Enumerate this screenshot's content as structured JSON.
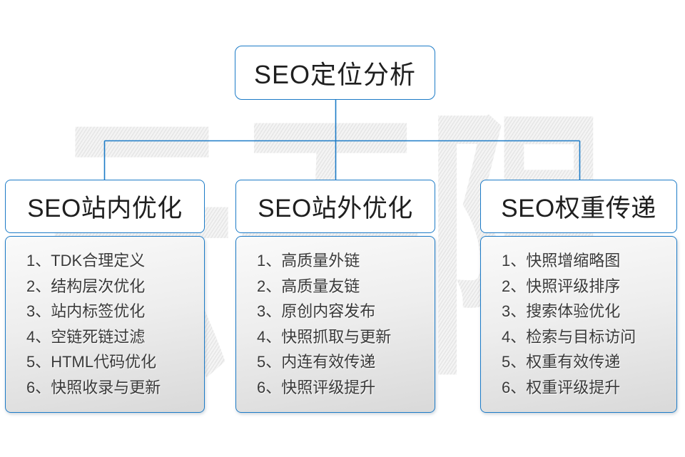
{
  "diagram": {
    "root_title": "SEO定位分析",
    "watermark": "云无限",
    "colors": {
      "line_blue": "#1c7bc7",
      "text_dark": "#1f1f1f",
      "list_text": "#3a3a3a",
      "list_bg_top": "#fafafa",
      "list_bg_bottom": "#d9d9d9",
      "watermark_gray": "#ececec"
    },
    "columns": [
      {
        "title": "SEO站内优化",
        "items": [
          "1、TDK合理定义",
          "2、结构层次优化",
          "3、站内标签优化",
          "4、空链死链过滤",
          "5、HTML代码优化",
          "6、快照收录与更新"
        ]
      },
      {
        "title": "SEO站外优化",
        "items": [
          "1、高质量外链",
          "2、高质量友链",
          "3、原创内容发布",
          "4、快照抓取与更新",
          "5、内连有效传递",
          "6、快照评级提升"
        ]
      },
      {
        "title": "SEO权重传递",
        "items": [
          "1、快照增缩略图",
          "2、快照评级排序",
          "3、搜索体验优化",
          "4、检索与目标访问",
          "5、权重有效传递",
          "6、权重评级提升"
        ]
      }
    ]
  }
}
